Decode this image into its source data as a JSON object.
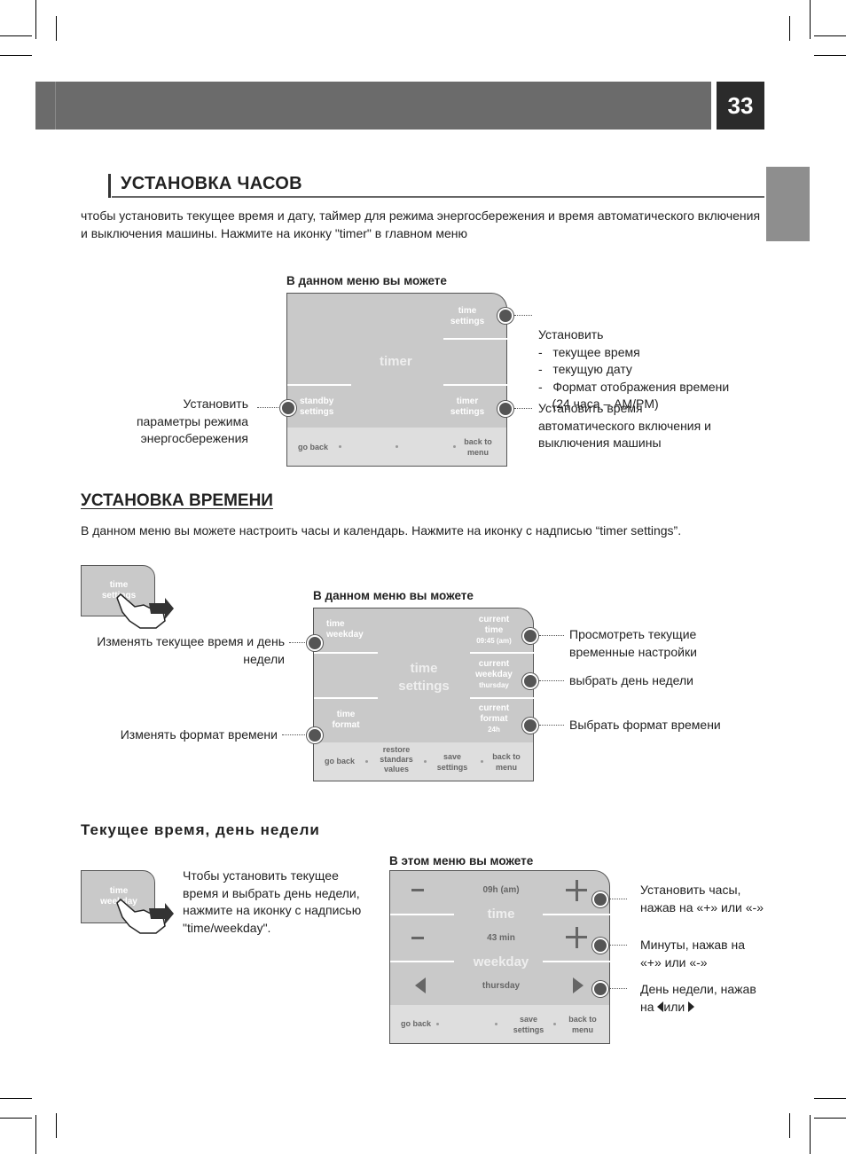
{
  "page_number": "33",
  "section_title": "УСТАНОВКА ЧАСОВ",
  "intro_line1": "чтобы установить текущее время и дату, таймер для режима энергосбережения и время автоматического включения",
  "intro_line2": "и выключения машины. Нажмите на иконку \"timer\"  в главном меню",
  "menu1": {
    "caption": "В данном меню вы можете",
    "center": "timer",
    "time_settings": [
      "time",
      "settings"
    ],
    "standby_settings": [
      "standby",
      "settings"
    ],
    "timer_settings": [
      "timer",
      "settings"
    ],
    "go_back": "go back",
    "back_to_menu": [
      "back to",
      "menu"
    ],
    "left_note": [
      "Установить",
      "параметры режима",
      "энергосбережения"
    ],
    "right_note_top": [
      "Установить",
      "-   текущее время",
      "-   текущую дату",
      "-   Формат отображения времени",
      "    (24 часа – AM/PM)"
    ],
    "right_note_bottom": [
      "Установить время",
      "автоматического включения и",
      "выключения машины"
    ]
  },
  "section2_title": "УСТАНОВКА ВРЕМЕНИ",
  "section2_text": "В данном меню вы можете настроить часы и календарь. Нажмите на иконку с надписью “timer settings”.",
  "thumb1": [
    "time",
    "settings"
  ],
  "menu2": {
    "caption": "В данном меню вы можете",
    "center": [
      "time",
      "settings"
    ],
    "time_weekday": [
      "time",
      "weekday"
    ],
    "time_format": [
      "time",
      "format"
    ],
    "current_time": [
      "current",
      "time",
      "09:45 (am)"
    ],
    "current_weekday": [
      "current",
      "weekday",
      "thursday"
    ],
    "current_format": [
      "current",
      "format",
      "24h"
    ],
    "go_back": "go back",
    "restore": [
      "restore",
      "standars",
      "values"
    ],
    "save": [
      "save",
      "settings"
    ],
    "back_to_menu": [
      "back to",
      "menu"
    ],
    "left_note_top": [
      "Изменять текущее время и день",
      "недели"
    ],
    "left_note_bottom": "Изменять формат времени",
    "right_note_1": [
      "Просмотреть текущие",
      "временные настройки"
    ],
    "right_note_2": "выбрать день недели",
    "right_note_3": "Выбрать формат времени"
  },
  "section3_title": "Текущее время, день недели",
  "thumb2": [
    "time",
    "weekday"
  ],
  "section3_text": [
    "Чтобы установить текущее",
    "время и выбрать день недели,",
    "нажмите на иконку с надписью",
    "\"time/weekday\"."
  ],
  "menu3": {
    "caption": "В этом меню вы можете",
    "hours": "09h (am)",
    "time": "time",
    "minutes": "43 min",
    "weekday": "weekday",
    "day": "thursday",
    "go_back": "go back",
    "save": [
      "save",
      "settings"
    ],
    "back_to_menu": [
      "back to",
      "menu"
    ],
    "note_1": [
      "Установить часы,",
      "нажав на «+» или «-»"
    ],
    "note_2": [
      "Минуты, нажав на",
      "«+» или «-»"
    ],
    "note_3a": "День недели, нажав",
    "note_3b_pre": "на",
    "note_3b_mid": "или"
  }
}
